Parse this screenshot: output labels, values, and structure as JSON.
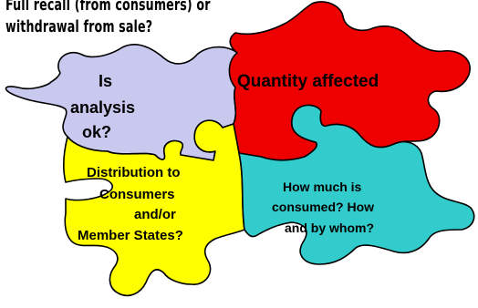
{
  "title": {
    "line1": "Full recall (from consumers) or",
    "line2": "withdrawal from sale?"
  },
  "pieces": [
    {
      "id": "analysis",
      "lines": [
        "Is",
        "analysis",
        "ok?"
      ],
      "color": "#c9c9f0"
    },
    {
      "id": "quantity",
      "lines": [
        "Quantity affected"
      ],
      "color": "#ee0000"
    },
    {
      "id": "distribution",
      "lines": [
        "Distribution to",
        "Consumers",
        "and/or",
        "Member States?"
      ],
      "color": "#ffff00"
    },
    {
      "id": "consumption",
      "lines": [
        "How much is",
        "consumed?  How",
        "and  by whom?"
      ],
      "color": "#33cccc"
    }
  ]
}
